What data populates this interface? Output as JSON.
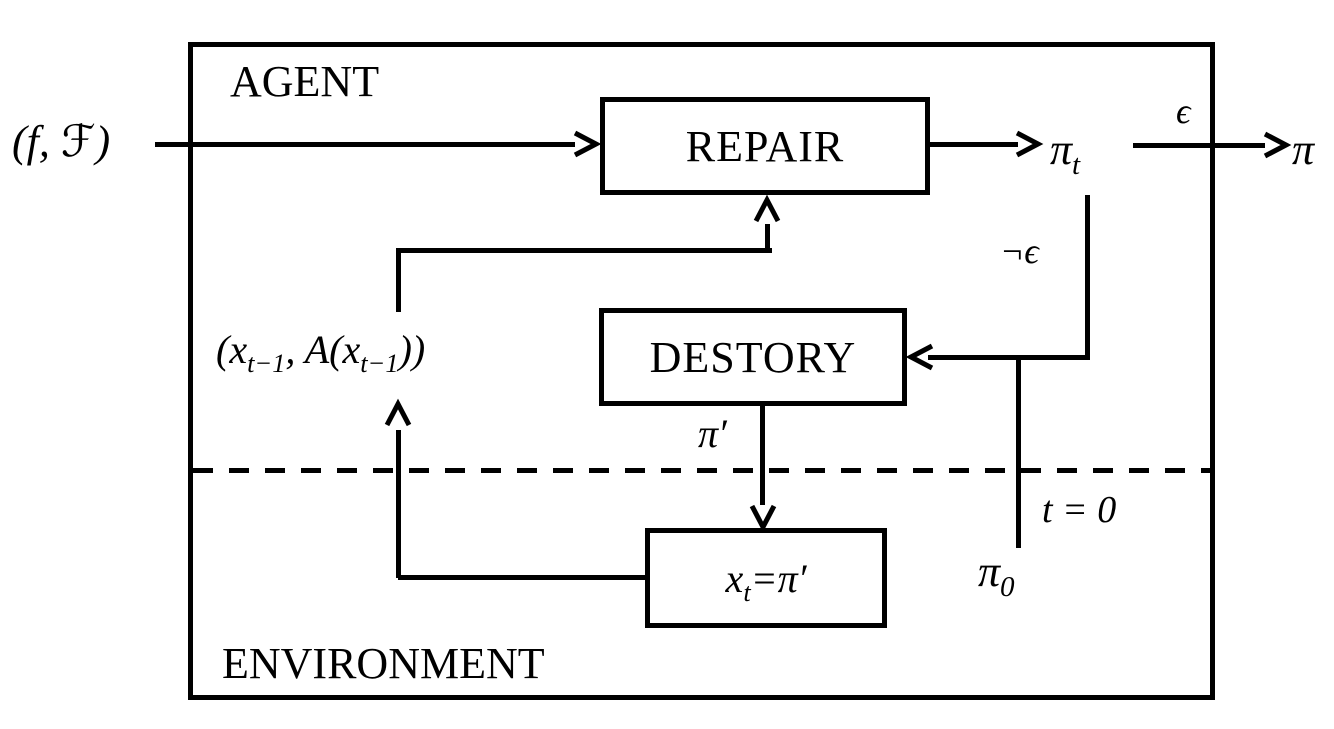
{
  "colors": {
    "ink": "#000000",
    "background": "#ffffff"
  },
  "frame": {
    "agent_label": "AGENT",
    "environment_label": "ENVIRONMENT"
  },
  "boxes": {
    "repair": {
      "label": "REPAIR"
    },
    "destory": {
      "label": "DESTORY"
    },
    "xt": {
      "base": "x",
      "sub": "t",
      "rest": "=π′"
    }
  },
  "labels": {
    "input": "(f, ℱ)",
    "pi_t": {
      "base": "π",
      "sub": "t"
    },
    "epsilon": "ϵ",
    "pi_out": "π",
    "not_epsilon": "¬ϵ",
    "pi_prime": "π′",
    "t_zero": "t = 0",
    "pi_zero": {
      "base": "π",
      "sub": "0"
    },
    "history": {
      "p1": "(x",
      "s1": "t−1",
      "p2": ", A(x",
      "s2": "t−1",
      "p3": "))"
    }
  }
}
